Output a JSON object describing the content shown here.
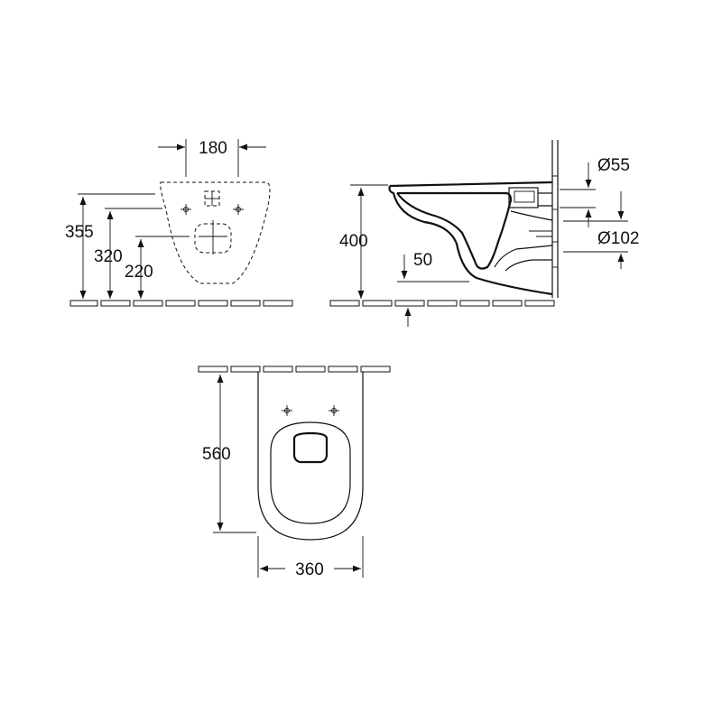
{
  "diagram": {
    "front_view": {
      "width_between_holes": "180",
      "height_top": "355",
      "height_fixing": "320",
      "height_lower": "220"
    },
    "side_view": {
      "height_rim": "400",
      "outlet_diameter": "Ø55",
      "inlet_diameter": "Ø102",
      "outlet_height": "50"
    },
    "top_view": {
      "projection": "560",
      "width": "360"
    }
  }
}
